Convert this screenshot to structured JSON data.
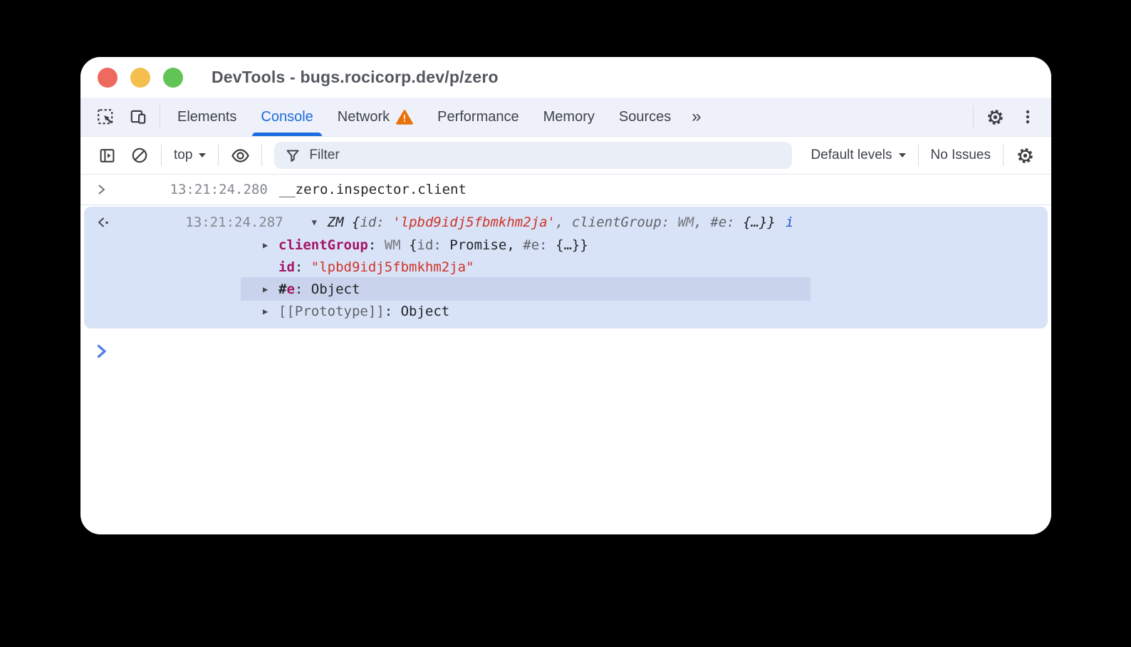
{
  "window": {
    "title": "DevTools - bugs.rocicorp.dev/p/zero"
  },
  "tab_bar": {
    "tabs": [
      {
        "label": "Elements"
      },
      {
        "label": "Console"
      },
      {
        "label": "Network"
      },
      {
        "label": "Performance"
      },
      {
        "label": "Memory"
      },
      {
        "label": "Sources"
      }
    ],
    "active_tab": "Console",
    "more_tabs_glyph": "»"
  },
  "toolbar": {
    "context_selector": {
      "label": "top"
    },
    "filter": {
      "placeholder": "Filter",
      "value": ""
    },
    "levels": {
      "label": "Default levels"
    },
    "issues": {
      "label": "No Issues"
    }
  },
  "console": {
    "echo": {
      "timestamp": "13:21:24.280",
      "expression": "__zero.inspector.client"
    },
    "result": {
      "timestamp": "13:21:24.287",
      "expander_open": "▼",
      "expander_closed": "▶",
      "preview": {
        "class_name": "ZM {",
        "key_id": "id: ",
        "string_id": "'lpbd9idj5fbmkhm2ja'",
        "sep1": ", ",
        "key_client_group": "clientGroup: ",
        "class_wm": "WM",
        "sep2": ", ",
        "key_e": "#e: ",
        "ellipsis_obj": "{…}",
        "close": "}",
        "info_glyph": "i"
      },
      "row_client_group": {
        "name": "clientGroup",
        "colon": ": ",
        "class_wm": "WM ",
        "open": "{",
        "key_id": "id: ",
        "val_promise": "Promise",
        "sep": ", ",
        "key_e": "#e: ",
        "ellipsis_obj": "{…}",
        "close": "}"
      },
      "row_id": {
        "name": "id",
        "colon": ": ",
        "value": "\"lpbd9idj5fbmkhm2ja\""
      },
      "row_e": {
        "hash": "#",
        "name": "e",
        "colon": ": ",
        "value": "Object"
      },
      "row_prototype": {
        "name": "[[Prototype]]",
        "colon": ": ",
        "value": "Object"
      }
    }
  }
}
